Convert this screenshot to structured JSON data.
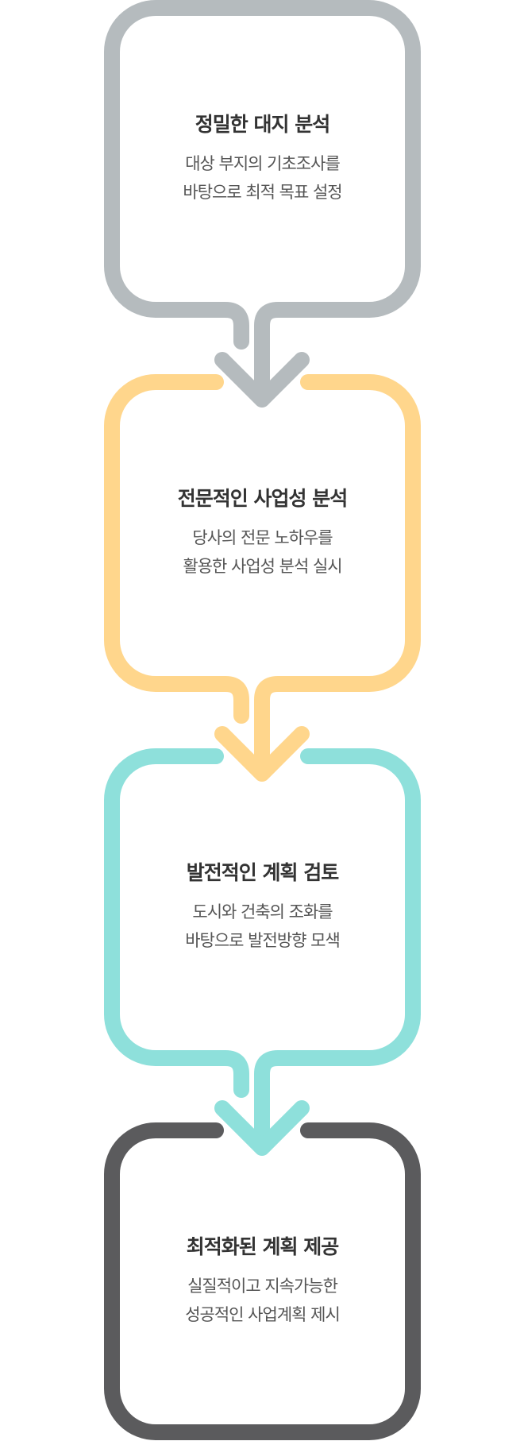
{
  "steps": [
    {
      "title": "정밀한 대지 분석",
      "lines": [
        "대상 부지의 기초조사를",
        "바탕으로 최적 목표 설정"
      ],
      "color": "#b5bbbe"
    },
    {
      "title": "전문적인 사업성 분석",
      "lines": [
        "당사의 전문 노하우를",
        "활용한 사업성 분석 실시"
      ],
      "color": "#ffd68c"
    },
    {
      "title": "발전적인 계획 검토",
      "lines": [
        "도시와 건축의 조화를",
        "바탕으로 발전방향 모색"
      ],
      "color": "#8ee0db"
    },
    {
      "title": "최적화된 계획 제공",
      "lines": [
        "실질적이고 지속가능한",
        "성공적인 사업계획 제시"
      ],
      "color": "#5b5b5d"
    }
  ]
}
